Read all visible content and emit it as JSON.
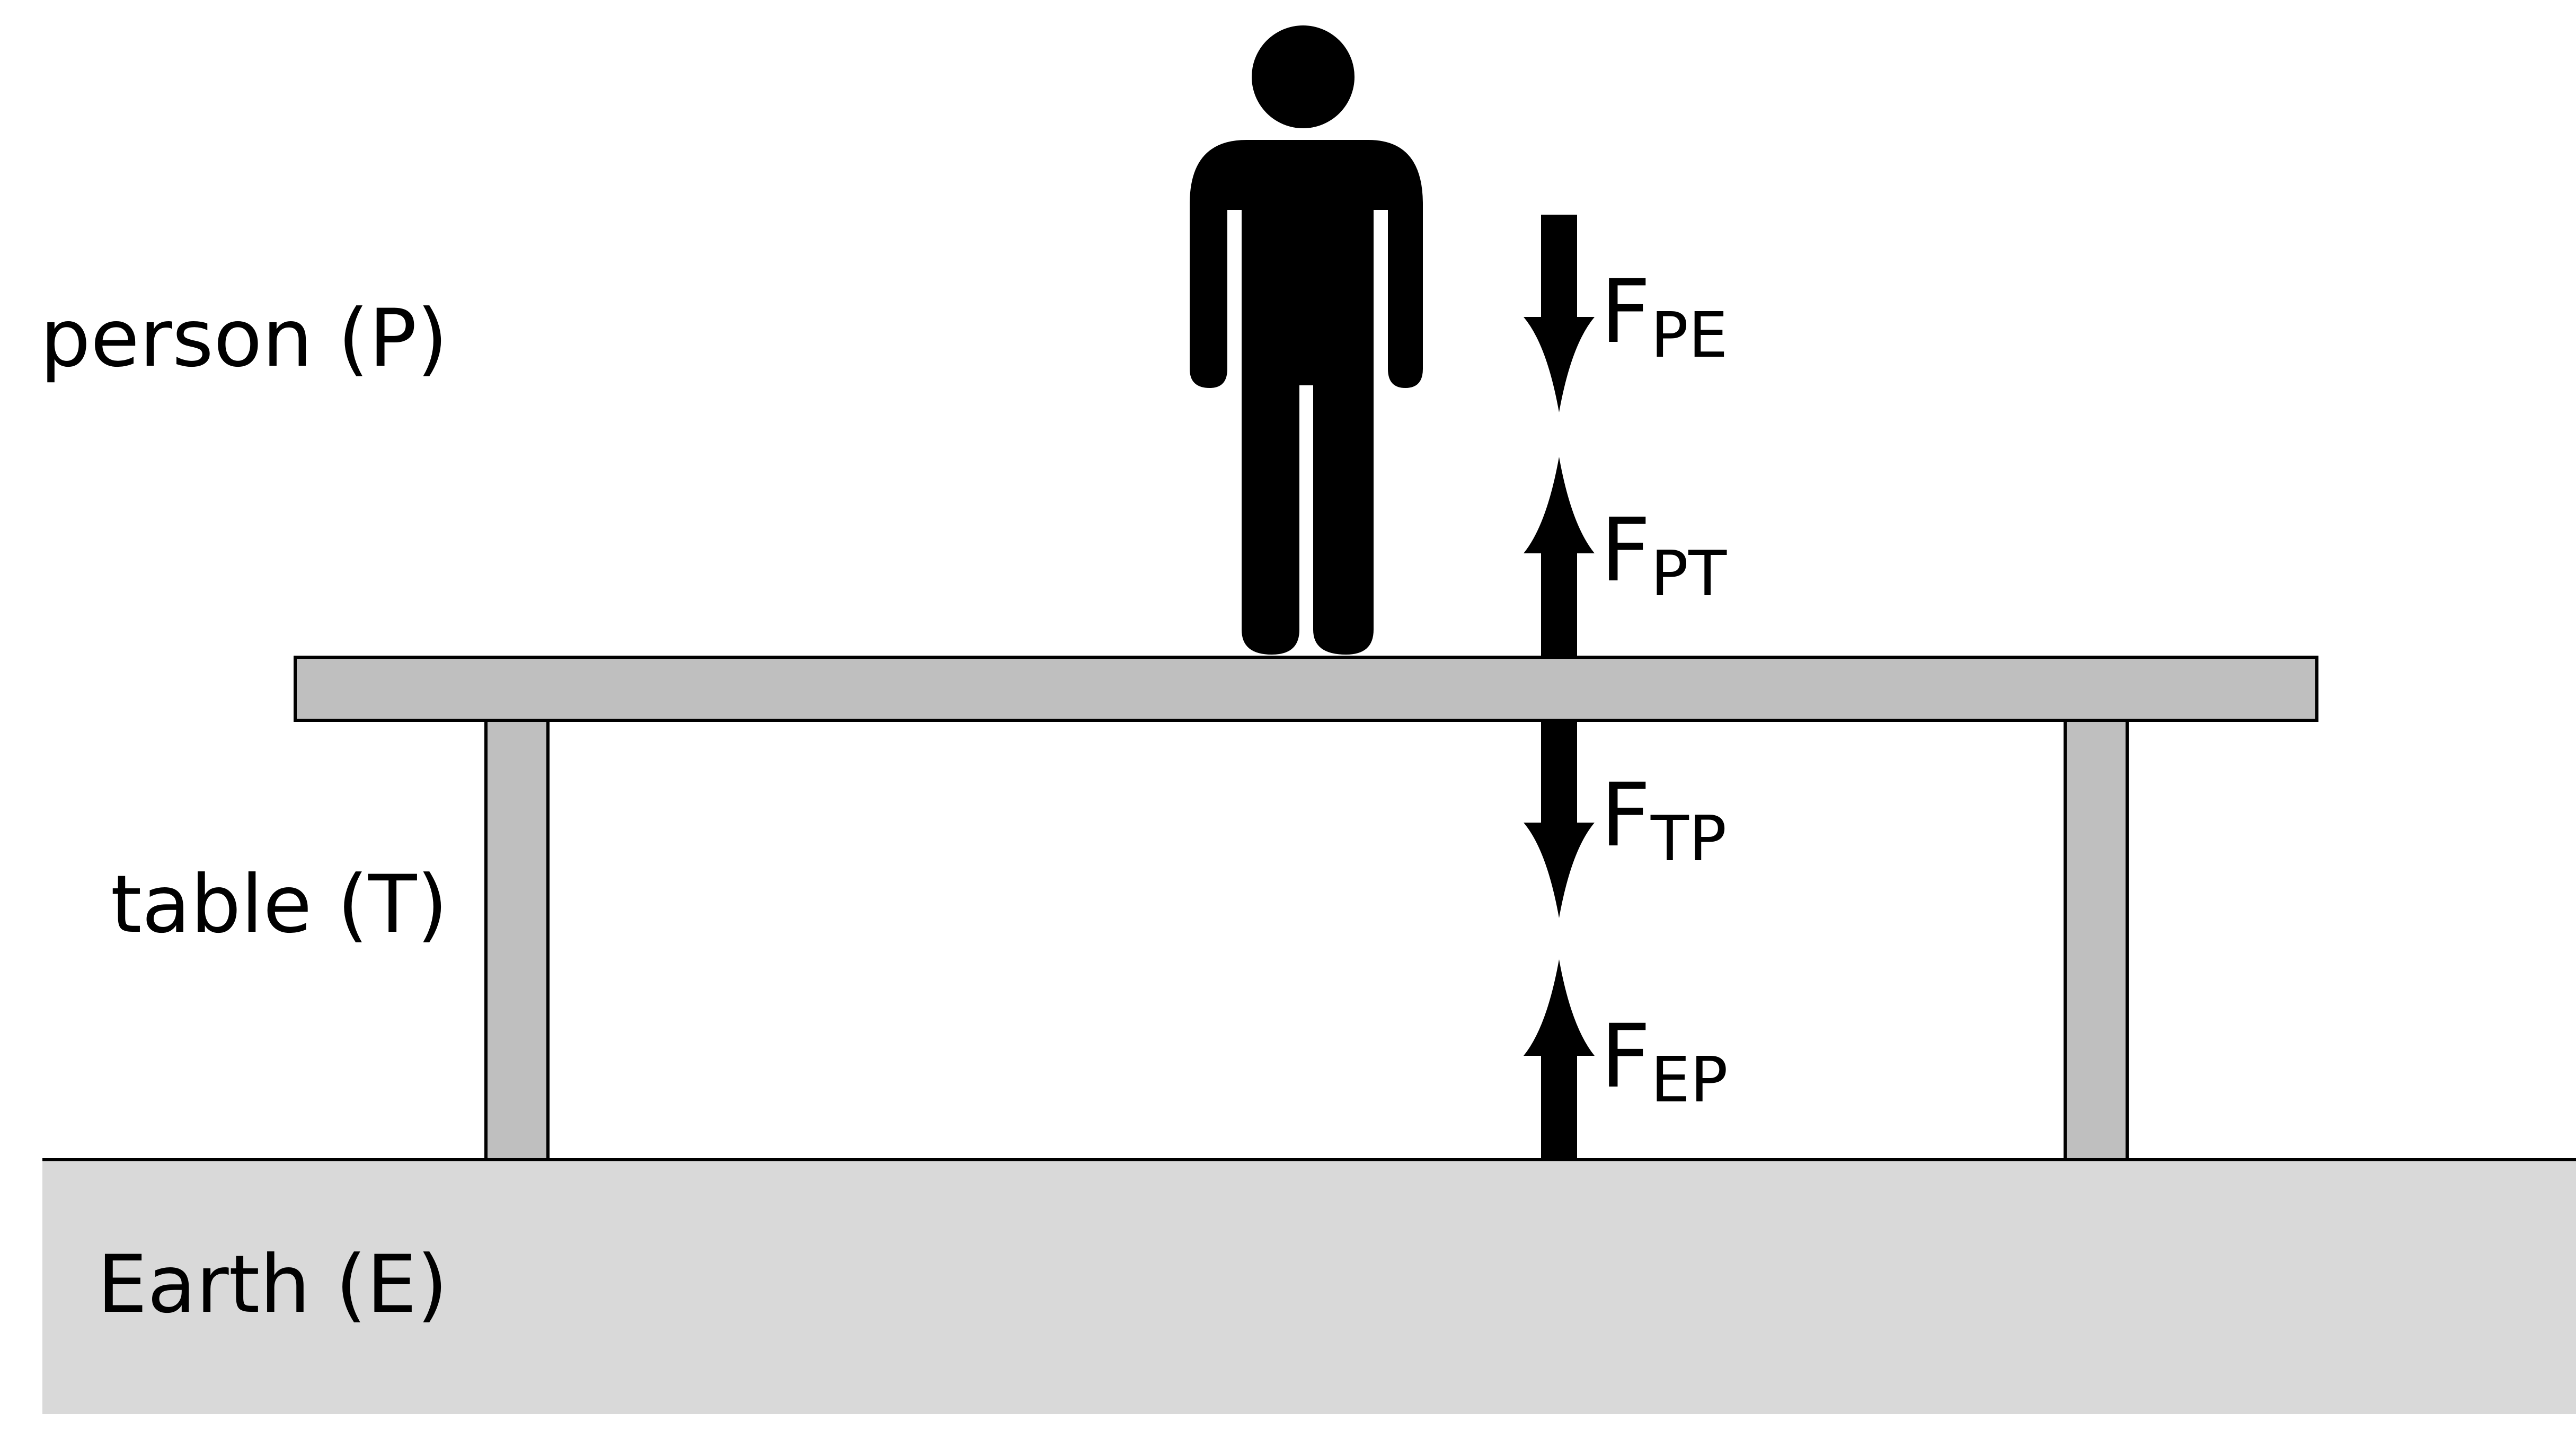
{
  "bodies": {
    "person": "person (P)",
    "table": "table (T)",
    "earth": "Earth (E)"
  },
  "forces": [
    {
      "id": "F_PE",
      "symbol": "F",
      "subscript": "PE",
      "direction": "down",
      "acts_on": "person"
    },
    {
      "id": "F_PT",
      "symbol": "F",
      "subscript": "PT",
      "direction": "up",
      "acts_on": "person"
    },
    {
      "id": "F_TP",
      "symbol": "F",
      "subscript": "TP",
      "direction": "down",
      "acts_on": "table"
    },
    {
      "id": "F_EP",
      "symbol": "F",
      "subscript": "EP",
      "direction": "up",
      "acts_on": "table"
    }
  ],
  "colors": {
    "earth": "#d9d9d9",
    "table": "#bfbfbf",
    "outline": "#000000",
    "figure": "#000000",
    "arrow": "#000000"
  }
}
